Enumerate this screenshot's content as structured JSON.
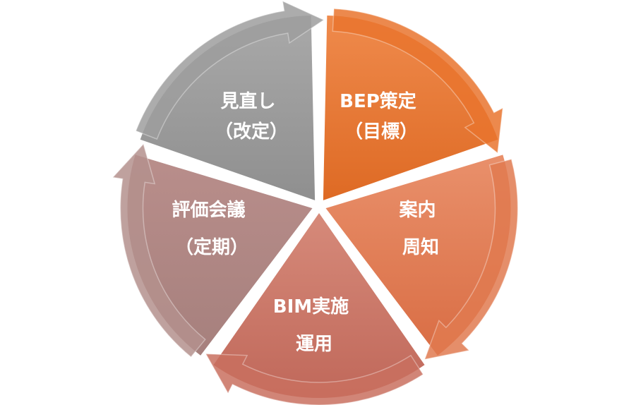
{
  "segments": [
    {
      "id": "bep",
      "line1": "BEP策定",
      "line2": "（目標）",
      "color_top": "#ef8a4c",
      "color_bottom": "#de6a24",
      "arrow_color": "#e9742e"
    },
    {
      "id": "notice",
      "line1": "案内",
      "line2": "周知",
      "color_top": "#e9906b",
      "color_bottom": "#d96d44",
      "arrow_color": "#e07a50"
    },
    {
      "id": "bim",
      "line1": "BIM実施",
      "line2": "運用",
      "color_top": "#d68a7a",
      "color_bottom": "#c0685a",
      "arrow_color": "#c9705f"
    },
    {
      "id": "review",
      "line1": "評価会議",
      "line2": "（定期）",
      "color_top": "#b98e8b",
      "color_bottom": "#a6807d",
      "arrow_color": "#b4918d"
    },
    {
      "id": "revise",
      "line1": "見直し",
      "line2": "（改定）",
      "color_top": "#a9a9a9",
      "color_bottom": "#8f8f8f",
      "arrow_color": "#9d9d9d"
    }
  ]
}
